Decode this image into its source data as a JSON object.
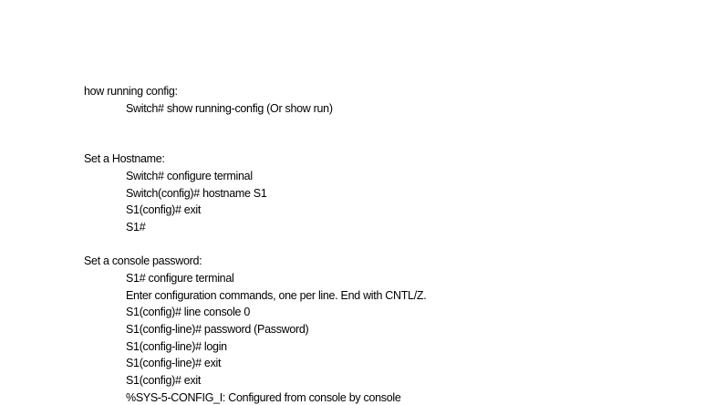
{
  "document": {
    "sections": [
      {
        "heading": "how running config:",
        "lines": [
          "Switch# show running-config (Or show run)"
        ]
      },
      {
        "heading": "Set a Hostname:",
        "lines": [
          "Switch# configure terminal",
          "Switch(config)# hostname S1",
          "S1(config)# exit",
          "S1#"
        ]
      },
      {
        "heading": "Set a console password:",
        "lines": [
          "S1# configure terminal",
          "Enter configuration commands, one per line. End with CNTL/Z.",
          "S1(config)# line console 0",
          "S1(config-line)# password (Password)",
          "S1(config-line)# login",
          "S1(config-line)# exit",
          "S1(config)# exit",
          "%SYS-5-CONFIG_I: Configured from console by console"
        ]
      }
    ]
  }
}
